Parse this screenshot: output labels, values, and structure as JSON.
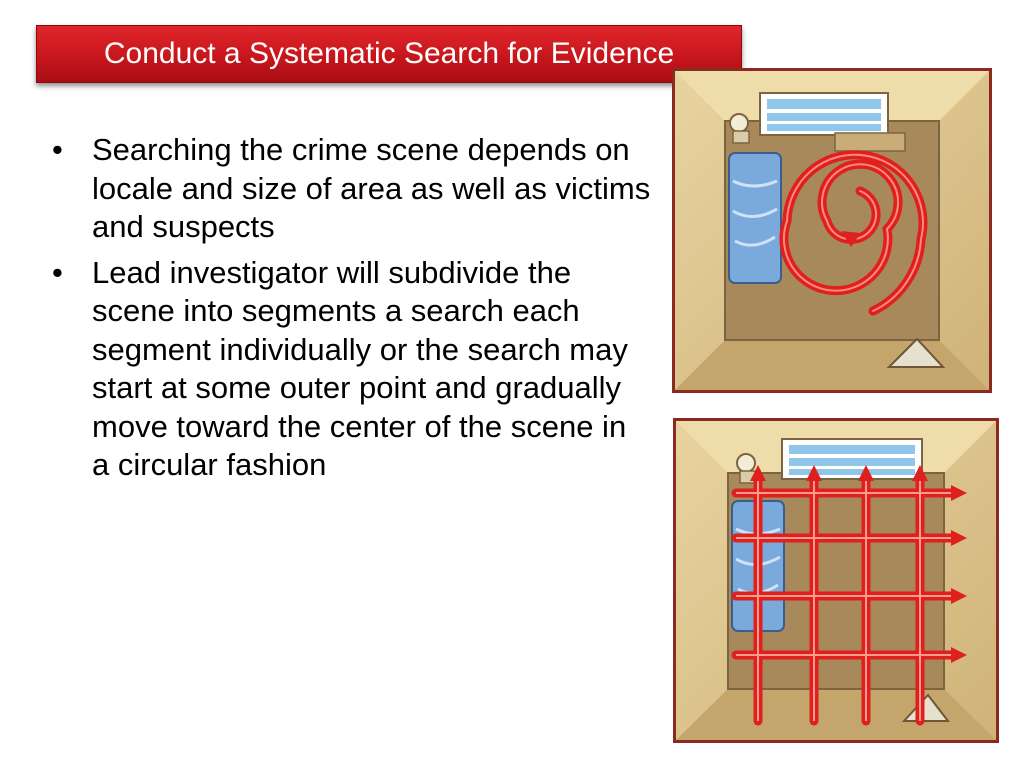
{
  "slide": {
    "title": "Conduct a Systematic Search for Evidence",
    "bullets": [
      "Searching the crime scene depends on locale and size of area as well as victims and suspects",
      "Lead investigator will subdivide the scene into segments a search each segment individually or the search may start at some outer point and gradually move toward the center of the scene in a circular fashion"
    ],
    "bullet_glyph": "•"
  },
  "diagrams": [
    {
      "name": "spiral-search-pattern",
      "pattern": "spiral"
    },
    {
      "name": "grid-search-pattern",
      "pattern": "grid"
    }
  ],
  "colors": {
    "title_bg": "#c4151b",
    "arrow_red": "#e0201c",
    "wall_tan": "#dcc48a",
    "floor_brown": "#a8895c",
    "frame": "#8b2a20"
  }
}
